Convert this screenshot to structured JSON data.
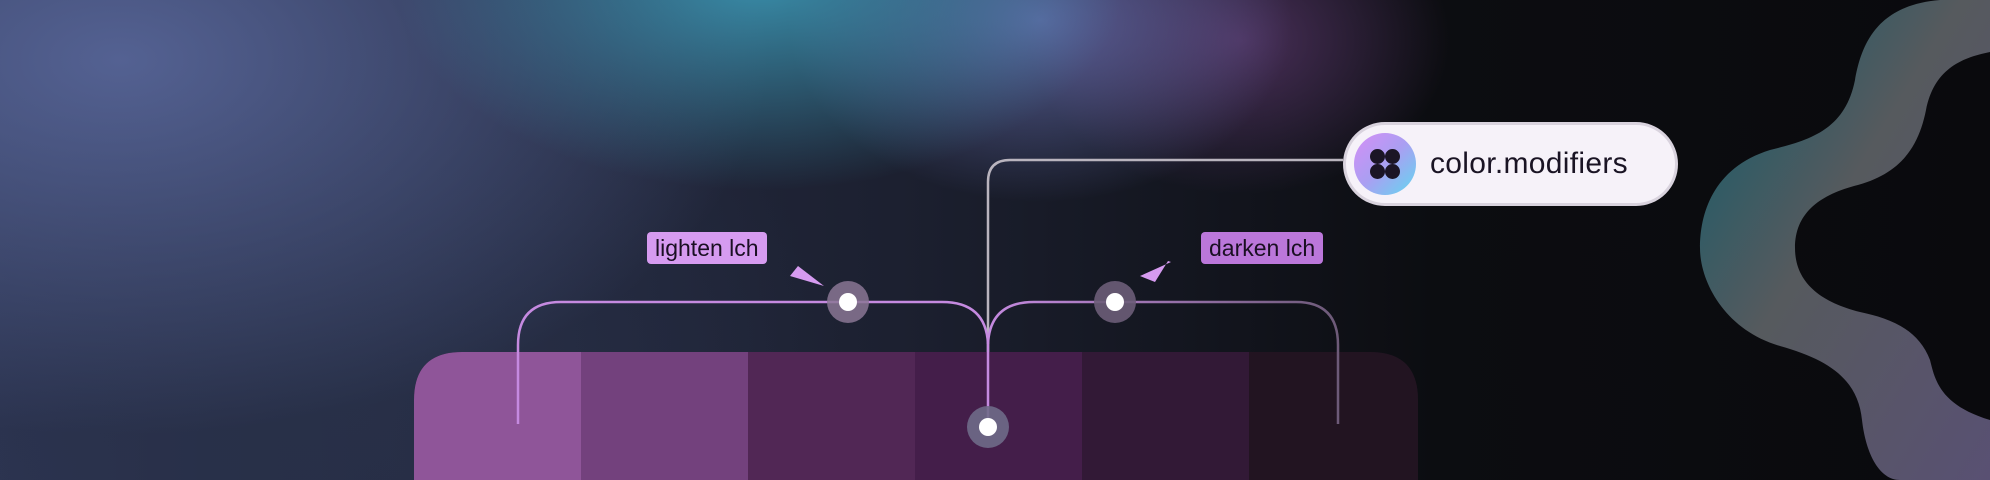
{
  "labels": {
    "lighten": "lighten lch",
    "darken": "darken lch"
  },
  "badge": {
    "text": "color.modifiers",
    "icon": "four-dots-icon"
  },
  "swatches": [
    {
      "color": "#8f5599"
    },
    {
      "color": "#73417d"
    },
    {
      "color": "#512755"
    },
    {
      "color": "#441e4a"
    },
    {
      "color": "#321936"
    },
    {
      "color": "#221421"
    }
  ],
  "colors": {
    "panel": "#1a1420",
    "connector_purple": "#c58ae0",
    "connector_gray": "#b8b3bd",
    "arrow": "#d69bf0"
  },
  "decor": {
    "shape_gradient": [
      "#0e5d6a",
      "#5a5e62",
      "#6b5a8a"
    ]
  }
}
